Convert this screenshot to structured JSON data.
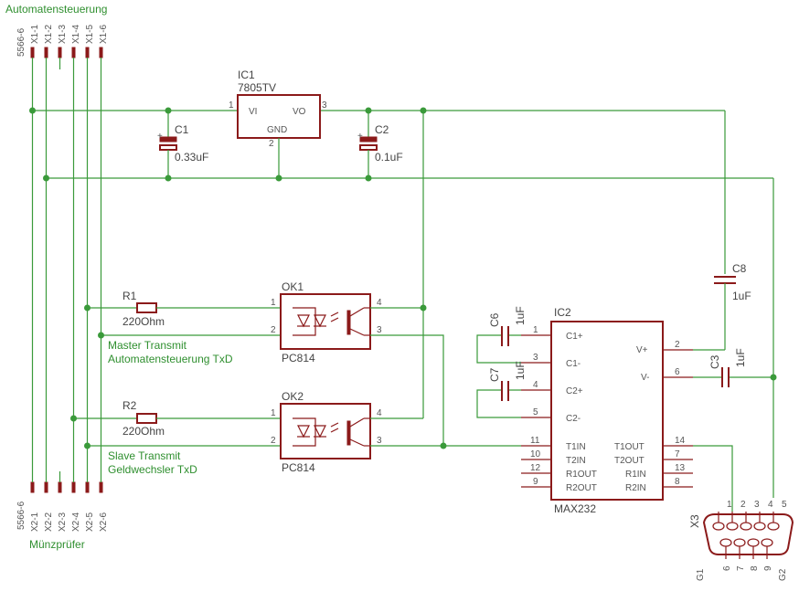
{
  "headings": {
    "top_connector": "Automatensteuerung",
    "bottom_connector": "Münzprüfer"
  },
  "connectors": {
    "x1": {
      "type": "5566-6",
      "pins": [
        "X1-1",
        "X1-2",
        "X1-3",
        "X1-4",
        "X1-5",
        "X1-6"
      ]
    },
    "x2": {
      "type": "5566-6",
      "pins": [
        "X2-1",
        "X2-2",
        "X2-3",
        "X2-4",
        "X2-5",
        "X2-6"
      ]
    },
    "x3": {
      "name": "X3",
      "top_pins": [
        "1",
        "2",
        "3",
        "4",
        "5"
      ],
      "bottom_pins": [
        "6",
        "7",
        "8",
        "9"
      ],
      "ground_left": "G1",
      "ground_right": "G2"
    }
  },
  "ic1": {
    "name": "IC1",
    "value": "7805TV",
    "pin_vi": "VI",
    "pin_vo": "VO",
    "pin_gnd": "GND",
    "num_in": "1",
    "num_out": "3",
    "num_gnd": "2"
  },
  "capacitors": {
    "c1": {
      "name": "C1",
      "value": "0.33uF"
    },
    "c2": {
      "name": "C2",
      "value": "0.1uF"
    },
    "c3": {
      "name": "C3",
      "value": "1uF"
    },
    "c6": {
      "name": "C6",
      "value": "1uF"
    },
    "c7": {
      "name": "C7",
      "value": "1uF"
    },
    "c8": {
      "name": "C8",
      "value": "1uF"
    }
  },
  "resistors": {
    "r1": {
      "name": "R1",
      "value": "220Ohm"
    },
    "r2": {
      "name": "R2",
      "value": "220Ohm"
    }
  },
  "optocouplers": {
    "ok1": {
      "name": "OK1",
      "value": "PC814",
      "pins": [
        "1",
        "2",
        "3",
        "4"
      ]
    },
    "ok2": {
      "name": "OK2",
      "value": "PC814",
      "pins": [
        "1",
        "2",
        "3",
        "4"
      ]
    }
  },
  "nets": {
    "master_line1": "Master Transmit",
    "master_line2": "Automatensteuerung TxD",
    "slave_line1": "Slave Transmit",
    "slave_line2": "Geldwechsler TxD"
  },
  "ic2": {
    "name": "IC2",
    "value": "MAX232",
    "left_pins": [
      {
        "num": "1",
        "label": "C1+"
      },
      {
        "num": "3",
        "label": "C1-"
      },
      {
        "num": "4",
        "label": "C2+"
      },
      {
        "num": "5",
        "label": "C2-"
      },
      {
        "num": "11",
        "label": "T1IN"
      },
      {
        "num": "10",
        "label": "T2IN"
      },
      {
        "num": "12",
        "label": "R1OUT"
      },
      {
        "num": "9",
        "label": "R2OUT"
      }
    ],
    "right_pins": [
      {
        "num": "2",
        "label": "V+"
      },
      {
        "num": "6",
        "label": "V-"
      },
      {
        "num": "14",
        "label": "T1OUT"
      },
      {
        "num": "7",
        "label": "T2OUT"
      },
      {
        "num": "13",
        "label": "R1IN"
      },
      {
        "num": "8",
        "label": "R2IN"
      }
    ]
  },
  "colors": {
    "wire": "#3a9a3a",
    "part": "#8b1a1a",
    "text": "#555555",
    "net_label": "#2f8f2f"
  }
}
